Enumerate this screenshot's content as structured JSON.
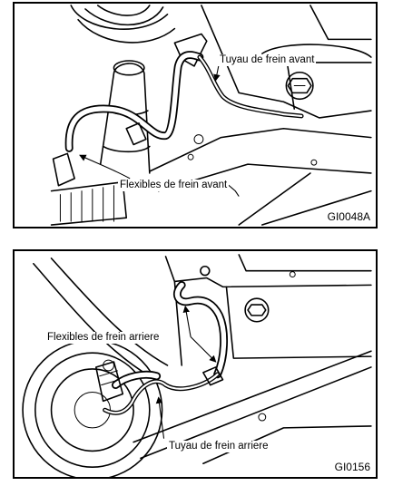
{
  "figures": [
    {
      "code": "GI0048A",
      "labels": {
        "pipe": "Tuyau de frein avant",
        "hoses": "Flexibles de frein avant"
      }
    },
    {
      "code": "GI0156",
      "labels": {
        "hoses": "Flexibles de frein arriere",
        "pipe": "Tuyau de frein arriere"
      }
    }
  ]
}
